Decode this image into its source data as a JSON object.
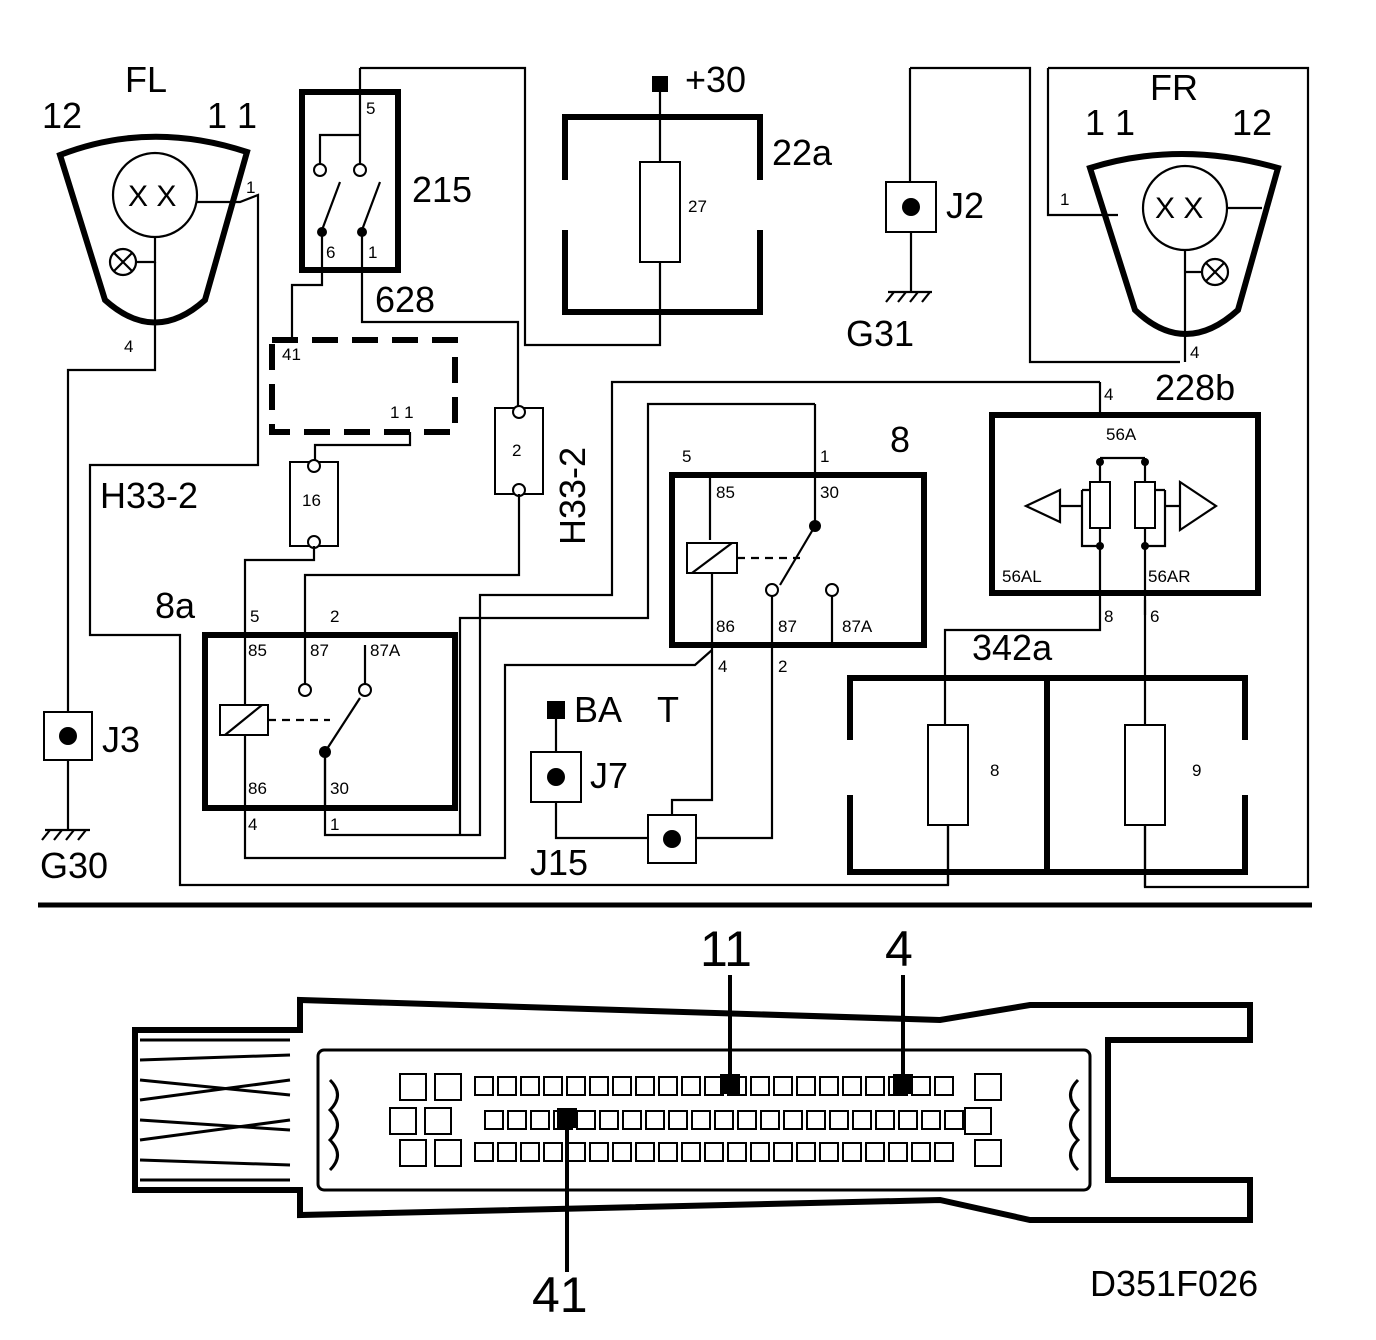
{
  "labels": {
    "fl": "FL",
    "fr": "FR",
    "fl_12": "12",
    "fl_11": "1 1",
    "fr_11": "1 1",
    "fr_12": "12",
    "fl_xx": "X X",
    "fr_xx": "X X",
    "fl_p1": "1",
    "fl_p4": "4",
    "fr_p1": "1",
    "fr_p4": "4",
    "sw215": "215",
    "sw215_p5": "5",
    "sw215_p6": "6",
    "sw215_p1": "1",
    "c628": "628",
    "c628_p41": "41",
    "c628_p11": "1 1",
    "plus30": "+30",
    "f22a": "22a",
    "f27": "27",
    "j2": "J2",
    "g31": "G31",
    "h33_left": "H33-2",
    "h33_right": "H33-2",
    "conn16": "16",
    "conn2": "2",
    "r8a": "8a",
    "r8a_p5": "5",
    "r8a_p2": "2",
    "r8a_85": "85",
    "r8a_87": "87",
    "r8a_87a": "87A",
    "r8a_86": "86",
    "r8a_30": "30",
    "r8a_p4": "4",
    "r8a_p1": "1",
    "r8": "8",
    "r8_p5": "5",
    "r8_p1": "1",
    "r8_85": "85",
    "r8_30": "30",
    "r8_86": "86",
    "r8_87": "87",
    "r8_87a": "87A",
    "r8_p4": "4",
    "r8_p2": "2",
    "c228b": "228b",
    "c228b_p4": "4",
    "c228b_56a": "56A",
    "c228b_56al": "56AL",
    "c228b_56ar": "56AR",
    "c228b_p8": "8",
    "c228b_p6": "6",
    "f342a": "342a",
    "f8": "8",
    "f9": "9",
    "j3": "J3",
    "g30": "G30",
    "ba": "BA",
    "t": "T",
    "j7": "J7",
    "j15": "J15",
    "pin11": "11",
    "pin4": "4",
    "pin41": "41",
    "drawing_id": "D351F026"
  }
}
